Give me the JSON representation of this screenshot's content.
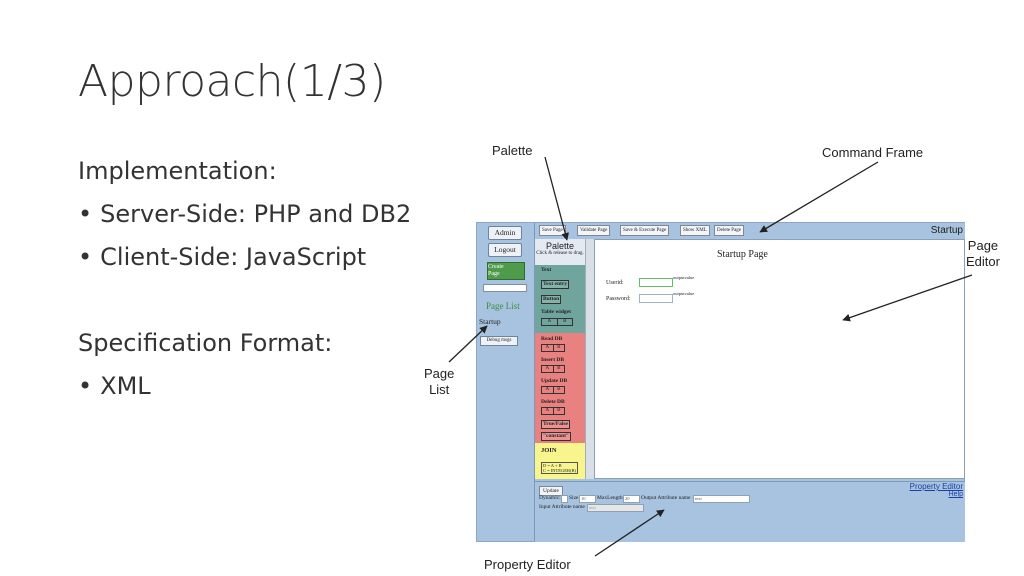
{
  "slide": {
    "title": "Approach(1/3)",
    "implementation_heading": "Implementation:",
    "bullet_server": "Server-Side: PHP and DB2",
    "bullet_client": "Client-Side: JavaScript",
    "spec_heading": "Specification Format:",
    "bullet_xml": "XML"
  },
  "callouts": {
    "palette": "Palette",
    "command_frame": "Command Frame",
    "page_editor_line1": "Page",
    "page_editor_line2": "Editor",
    "page_list_line1": "Page",
    "page_list_line2": "List",
    "property_editor": "Property Editor"
  },
  "app": {
    "left_nav": {
      "admin": "Admin",
      "logout": "Logout",
      "create_page_line1": "Create",
      "create_page_line2": "Page",
      "page_list_heading": "Page List",
      "startup": "Startup",
      "debug": "Debug msgs"
    },
    "commands": {
      "save_page": "Save Page",
      "validate_page": "Validate Page",
      "save_execute_page": "Save & Execute Page",
      "show_xml": "Show XML",
      "delete_page": "Delete Page",
      "current_page": "Startup"
    },
    "palette": {
      "title": "Palette",
      "hint": "Click & release to drag.",
      "text": "Text",
      "text_entry": "Text entry",
      "button": "Button",
      "table_widget": "Table widget",
      "read_db": "Read DB",
      "insert_db": "Insert DB",
      "update_db": "Update DB",
      "delete_db": "Delete DB",
      "true_false": "True/False",
      "constant": "\"constant\"",
      "join": "JOIN",
      "ab_a": "A",
      "ab_b": "B",
      "join_eq1": "D = A + B",
      "join_eq2": "C = INTEGER(B)"
    },
    "editor": {
      "page_title": "Startup Page",
      "userid_label": "Userid:",
      "password_label": "Password:",
      "output_value": "outputvalue"
    },
    "property_editor": {
      "update": "Update",
      "title": "Property Editor",
      "help": "Help",
      "dynamic_label": "Dynamic:",
      "size_label": "Size",
      "size_value": "10",
      "maxlength_label": "MaxLength",
      "maxlength_value": "20",
      "output_attr_label": "Output Attribute name",
      "output_attr_value": "text",
      "input_attr_label": "Input Attribute name",
      "input_attr_value": "text"
    }
  },
  "colors": {
    "frame_blue": "#a7c3df",
    "palette_teal": "#6fa59c",
    "palette_red": "#e8817f",
    "palette_yellow": "#f7f58c",
    "create_green": "#4f9b4b"
  }
}
